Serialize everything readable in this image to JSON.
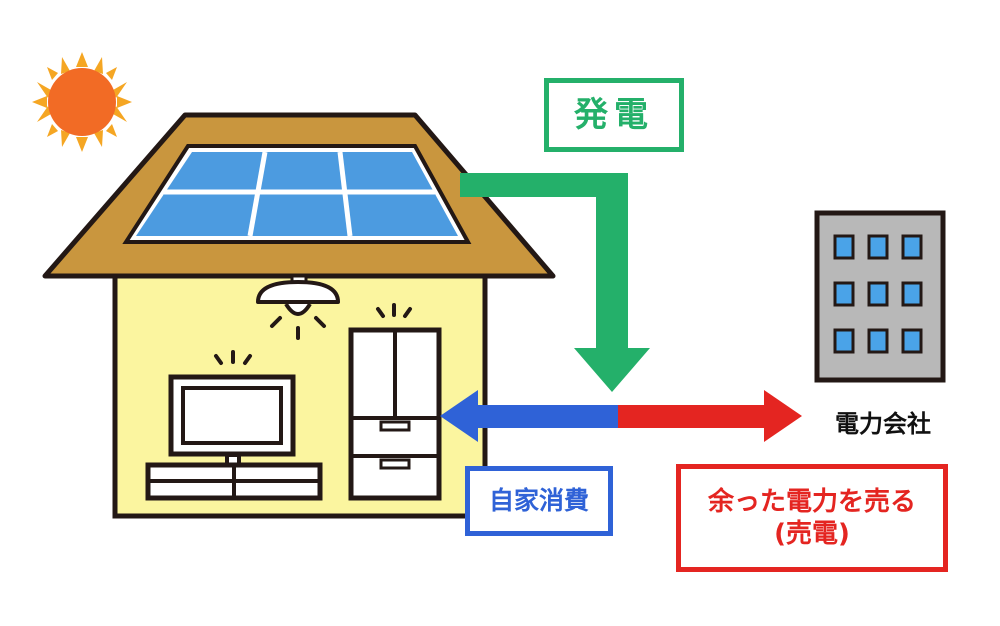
{
  "labels": {
    "generation": "発電",
    "self_consumption": "自家消費",
    "sell_line1": "余った電力を売る",
    "sell_line2": "(売電)",
    "company": "電力会社"
  },
  "colors": {
    "sun": "#f26b25",
    "roof": "#c9963e",
    "roof_outline": "#231815",
    "wall": "#fbf59f",
    "solar_panel": "#4c9be0",
    "generation_arrow": "#24b06a",
    "self_consumption_arrow": "#2f62d7",
    "sell_arrow": "#e42521",
    "building": "#b8b8b8",
    "building_window": "#4aa3e8"
  },
  "icons": {
    "sun": "sun-icon",
    "house": "house-icon",
    "solar": "solar-panel-icon",
    "lamp": "ceiling-lamp-icon",
    "tv": "tv-icon",
    "fridge": "refrigerator-icon",
    "building": "office-building-icon"
  }
}
